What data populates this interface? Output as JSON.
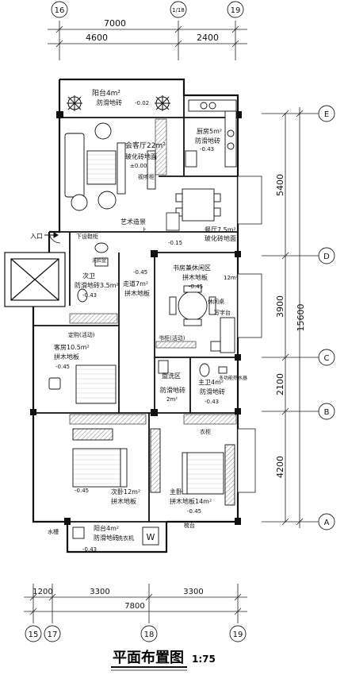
{
  "axes_top": [
    "16",
    "1/18",
    "19"
  ],
  "axes_bottom": [
    "15",
    "17",
    "18",
    "19"
  ],
  "axes_right": [
    "E",
    "D",
    "C",
    "B",
    "A"
  ],
  "dims_top": {
    "total": "7000",
    "left": "4600",
    "right": "2400"
  },
  "dims_bottom": {
    "total": "7800",
    "seg1": "1200",
    "seg2": "3300",
    "seg3": "3300"
  },
  "dims_right": {
    "total": "15600",
    "d1": "5400",
    "d2": "3900",
    "d3": "2100",
    "d4": "4200"
  },
  "rooms": {
    "balcony_n": {
      "name": "阳台4m²",
      "floor": "防滑地砖",
      "level": "-0.02"
    },
    "living": {
      "name": "会客厅22m²",
      "floor": "玻化砖地面",
      "level": "±0.00"
    },
    "kitchen": {
      "name": "厨房5m²",
      "floor": "防滑地砖",
      "level": "-0.43"
    },
    "dining": {
      "name": "餐厅7.5m²",
      "floor": "玻化砖地面"
    },
    "wet_bath": {
      "name": "次卫",
      "floor": "防滑地砖3.5m²",
      "level": "-0.43"
    },
    "corridor": {
      "name": "走道7m²",
      "floor": "拼木地板",
      "level": "-0.45"
    },
    "study": {
      "name": "书房兼休闲区",
      "floor": "拼木地板",
      "area": "12m²",
      "level": "-0.45"
    },
    "guest": {
      "name": "客房10.5m²",
      "floor": "拼木地板",
      "level": "-0.45"
    },
    "laundry": {
      "name": "盥洗区",
      "floor": "防滑地砖",
      "area": "2m²"
    },
    "master_bath": {
      "name": "主卫4m²",
      "floor": "防滑地砖",
      "level": "-0.43"
    },
    "second_bed": {
      "name": "次卧12m²",
      "floor": "拼木地板",
      "level": "-0.45"
    },
    "master_bed": {
      "name": "主卧",
      "floor": "拼木地板14m²",
      "level": "-0.45"
    },
    "balcony_s": {
      "name": "阳台4m²",
      "floor": "防滑地砖",
      "level": "-0.43"
    }
  },
  "labels": {
    "entry": "入口",
    "art_niche": "艺术造景",
    "shoe_cabinet": "下设鞋柜",
    "tv_wall": "视听柜",
    "wardrobe_mobile": "定购(活动)",
    "bookshelf_mobile": "书柜(活动)",
    "leisure_table": "休闲桌",
    "desk": "写字台",
    "wash_basin": "洗脸盆",
    "multi_heater": "多功能热水器",
    "closet": "衣柜",
    "dresser": "梳台",
    "water_pipe": "水槽",
    "washer": "洗衣机",
    "washer_symbol": "W",
    "step": "上",
    "step_level": "-0.45",
    "level_15": "-0.15"
  },
  "footer": {
    "title": "平面布置图",
    "scale": "1:75"
  }
}
